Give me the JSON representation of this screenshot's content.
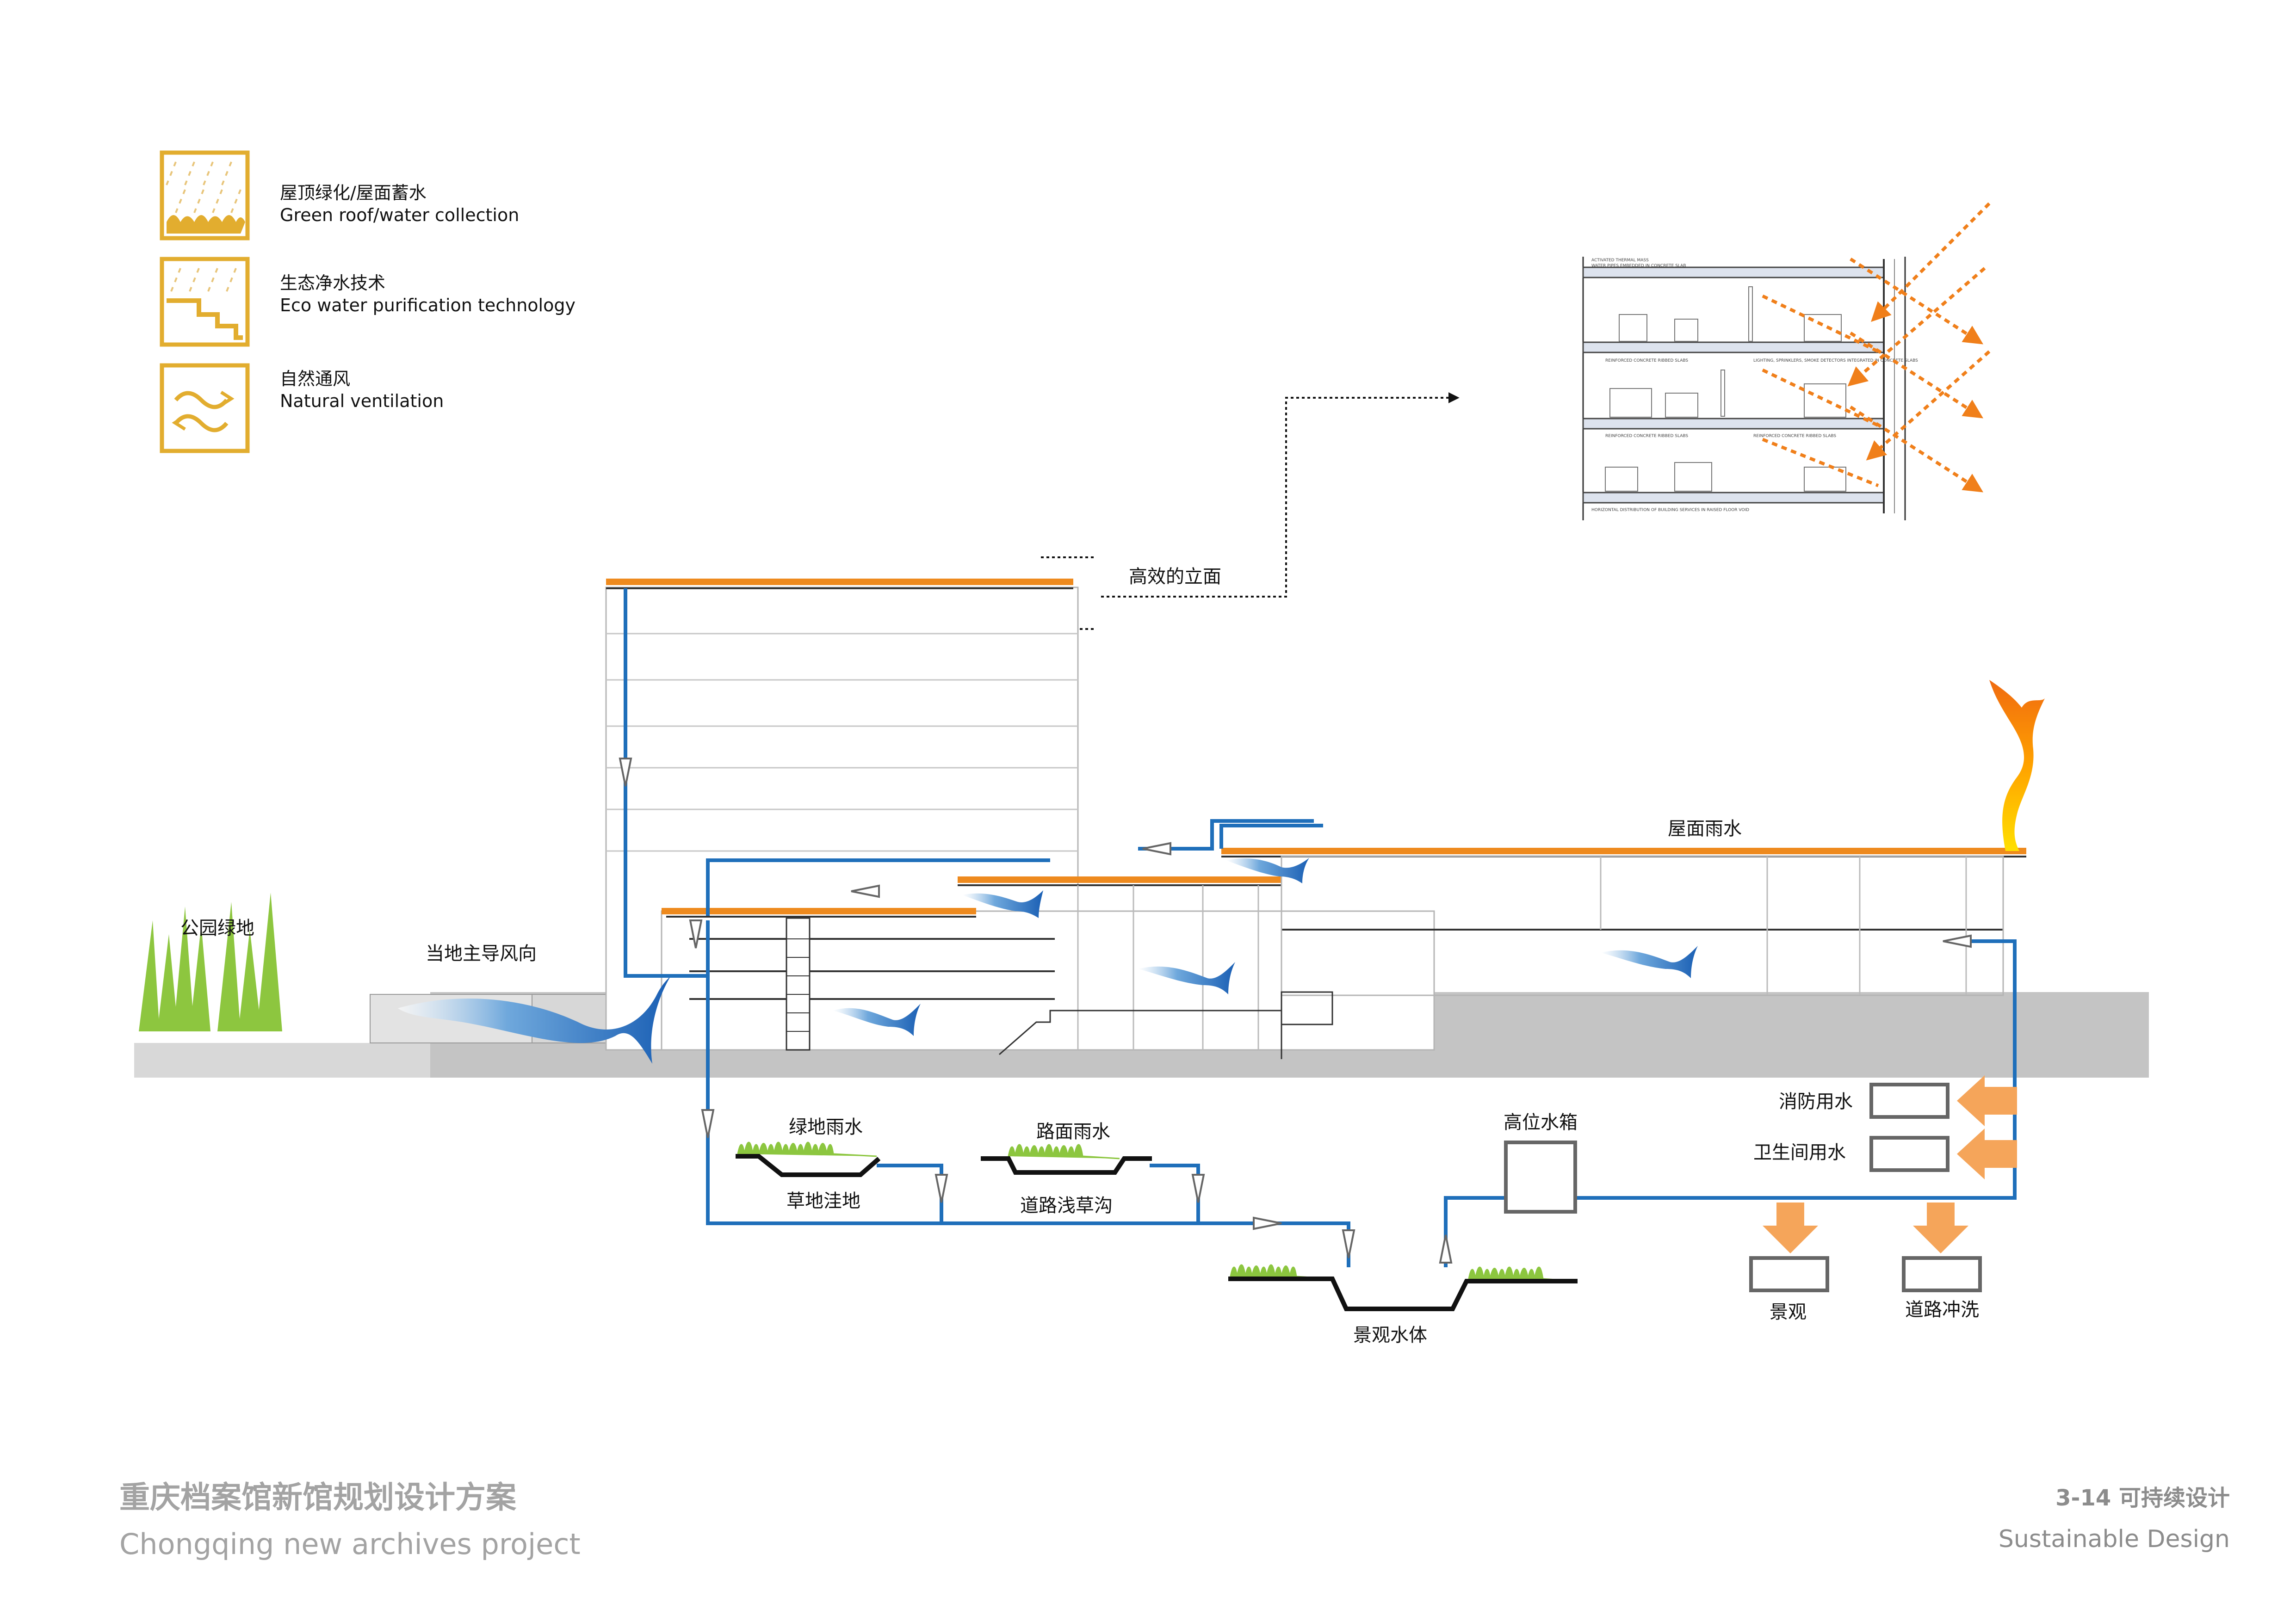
{
  "legend": {
    "items": [
      {
        "zh": "屋顶绿化/屋面蓄水",
        "en": "Green roof/water collection",
        "icon": "green-roof-icon"
      },
      {
        "zh": "生态净水技术",
        "en": "Eco water purification technology",
        "icon": "eco-water-icon"
      },
      {
        "zh": "自然通风",
        "en": "Natural ventilation",
        "icon": "ventilation-icon"
      }
    ],
    "accent_color": "#e2ad2f"
  },
  "labels": {
    "facade": "高效的立面",
    "roof_rain": "屋面雨水",
    "park": "公园绿地",
    "wind": "当地主导风向",
    "green_rain": "绿地雨水",
    "grass_pit": "草地洼地",
    "road_rain": "路面雨水",
    "road_swale": "道路浅草沟",
    "landscape_pond": "景观水体",
    "high_tank": "高位水箱",
    "fire_water": "消防用水",
    "toilet_water": "卫生间用水",
    "landscape": "景观",
    "road_wash": "道路冲洗"
  },
  "detail_notes": {
    "n1": "ACTIVATED THERMAL MASS",
    "n2": "WATER PIPES EMBEDDED IN CONCRETE SLAB",
    "n3": "REINFORCED CONCRETE RIBBED SLABS",
    "n4": "LIGHTING, SPRINKLERS, SMOKE DETECTORS INTEGRATED IN CONCRETE SLABS",
    "n5": "REINFORCED CONCRETE RIBBED SLABS",
    "n6": "REINFORCED CONCRETE RIBBED SLABS",
    "n7": "HORIZONTAL DISTRIBUTION OF BUILDING SERVICES IN RAISED FLOOR VOID"
  },
  "footer": {
    "title_zh": "重庆档案馆新馆规划设计方案",
    "title_en": "Chongqing  new archives project",
    "page_zh": "3-14  可持续设计",
    "page_en": "Sustainable Design"
  },
  "colors": {
    "water_pipe": "#1f6fba",
    "roof": "#ee8a1e",
    "grass": "#8cc63f",
    "tree": "#8dc63f",
    "ground": "#c8c8c8",
    "wind": "#2a7ed1",
    "arrow_orange": "#f5a55a"
  }
}
